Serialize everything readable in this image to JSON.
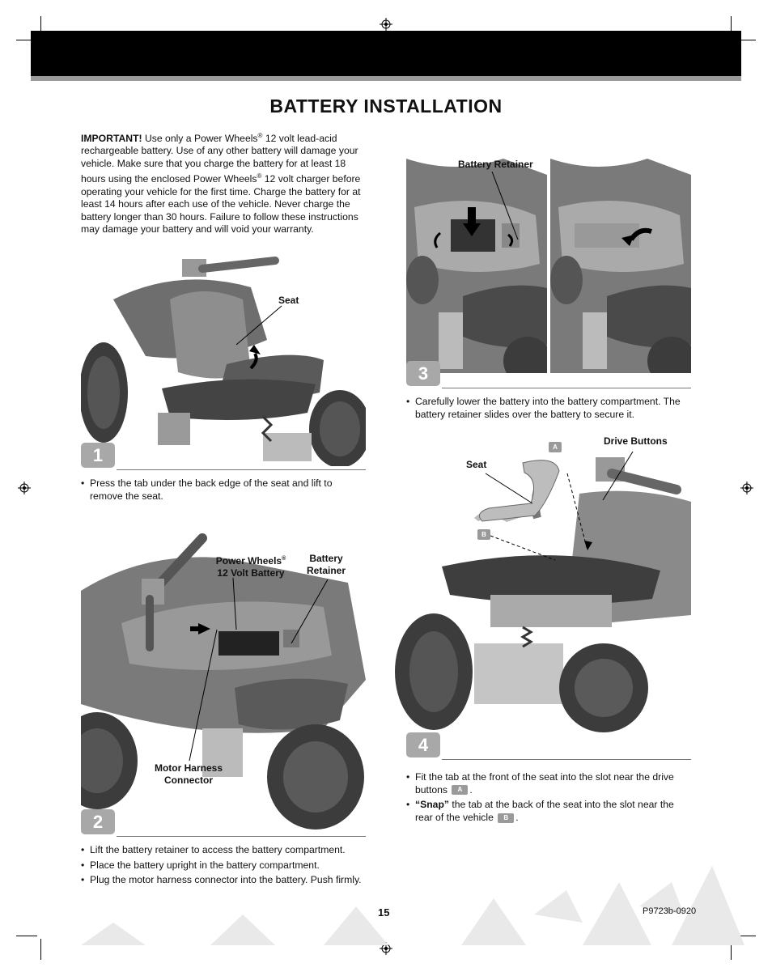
{
  "title": "BATTERY INSTALLATION",
  "intro": {
    "bold": "IMPORTANT!",
    "text_1": " Use only a Power Wheels",
    "reg_1": "®",
    "text_2": " 12 volt lead-acid rechargeable battery. Use of any other battery will damage your vehicle. Make sure that you charge the battery for at least 18 hours using the enclosed Power Wheels",
    "reg_2": "®",
    "text_3": " 12 volt charger before operating your vehicle for the first time. Charge the battery for at least 14 hours after each use of the vehicle. Never charge the battery longer than 30 hours. Failure to follow these instructions may damage your battery and will void your warranty."
  },
  "steps": [
    {
      "number": "1",
      "labels": {
        "seat": "Seat"
      },
      "bullets": [
        "Press the tab under the back edge of the seat and lift to remove the seat."
      ]
    },
    {
      "number": "2",
      "labels": {
        "battery_line1": "Power Wheels",
        "battery_reg": "®",
        "battery_line2": "12 Volt Battery",
        "retainer_line1": "Battery",
        "retainer_line2": "Retainer",
        "connector_line1": "Motor Harness",
        "connector_line2": "Connector"
      },
      "bullets": [
        "Lift the battery retainer to access the battery compartment.",
        "Place the battery upright in the battery compartment.",
        "Plug the motor harness connector into the battery. Push firmly."
      ]
    },
    {
      "number": "3",
      "labels": {
        "retainer": "Battery Retainer"
      },
      "bullets": [
        "Carefully lower the battery into the battery compartment. The battery retainer slides over the battery to secure it."
      ]
    },
    {
      "number": "4",
      "labels": {
        "seat": "Seat",
        "drive_buttons": "Drive Buttons",
        "tag_a": "A",
        "tag_b": "B"
      },
      "bullet_1": {
        "text": "Fit the tab at the front of the seat into the slot near the drive buttons",
        "badge": "A",
        "end": "."
      },
      "bullet_2": {
        "bold": "“Snap”",
        "text": " the tab at the back of the seat into the slot near the rear of the vehicle",
        "badge": "B",
        "end": "."
      }
    }
  ],
  "footer": {
    "page_number": "15",
    "code": "P9723b-0920"
  }
}
